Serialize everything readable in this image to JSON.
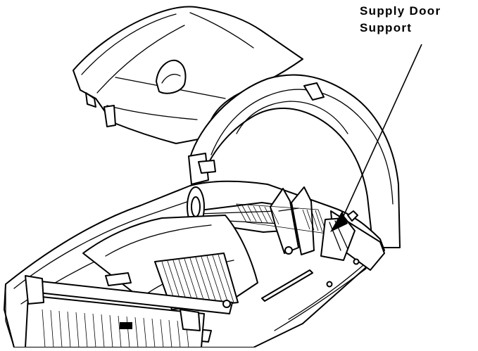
{
  "callout": {
    "line1": "Supply Door",
    "line2": "Support"
  },
  "figure": {
    "subject": "printer-open-supply-door",
    "line_color": "#000000",
    "background_color": "#ffffff"
  }
}
